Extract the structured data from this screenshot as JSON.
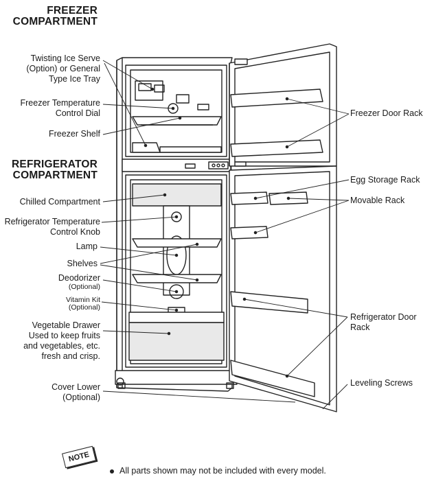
{
  "headings": {
    "freezer": [
      "FREEZER",
      "COMPARTMENT"
    ],
    "refrigerator": [
      "REFRIGERATOR",
      "COMPARTMENT"
    ]
  },
  "labels_left": {
    "twisting_ice": [
      "Twisting Ice Serve",
      "(Option) or General",
      "Type Ice Tray"
    ],
    "freezer_temp": [
      "Freezer Temperature",
      "Control Dial"
    ],
    "freezer_shelf": "Freezer Shelf",
    "chilled": "Chilled Compartment",
    "fridge_temp": [
      "Refrigerator Temperature",
      "Control Knob"
    ],
    "lamp": "Lamp",
    "shelves": "Shelves",
    "deodorizer": "Deodorizer",
    "deodorizer_opt": "(Optional)",
    "vitamin": "Vitamin Kit",
    "vitamin_opt": "(Optional)",
    "vegetable": [
      "Vegetable Drawer",
      "Used to keep fruits",
      "and vegetables, etc.",
      "fresh and crisp."
    ],
    "cover_lower": [
      "Cover Lower",
      "(Optional)"
    ]
  },
  "labels_right": {
    "freezer_door_rack": "Freezer Door Rack",
    "egg_storage": "Egg Storage Rack",
    "movable_rack": "Movable Rack",
    "fridge_door_rack": [
      "Refrigerator Door",
      "Rack"
    ],
    "leveling": "Leveling Screws"
  },
  "note": {
    "badge": "NOTE",
    "text": "All parts shown may not be included with every model."
  }
}
